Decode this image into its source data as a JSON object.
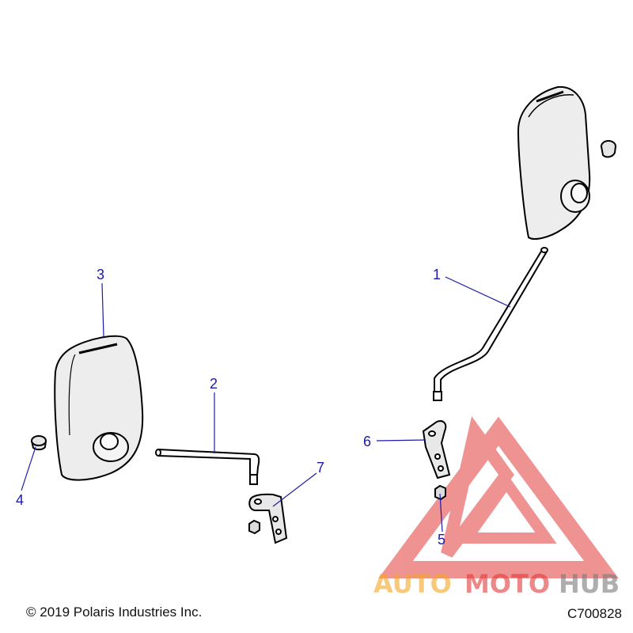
{
  "callouts": {
    "c1": "1",
    "c2": "2",
    "c3": "3",
    "c4": "4",
    "c5": "5",
    "c6": "6",
    "c7": "7"
  },
  "footer": {
    "copyright": "© 2019 Polaris Industries Inc.",
    "code": "C700828"
  },
  "watermark": {
    "part1": "AUTO",
    "part2": "MOTO",
    "part3": "HUB"
  },
  "colors": {
    "callout": "#1a1aa8",
    "watermark_red": "#e23a3a",
    "watermark_orange": "#f5a623",
    "watermark_gray": "#7a7a7a"
  }
}
